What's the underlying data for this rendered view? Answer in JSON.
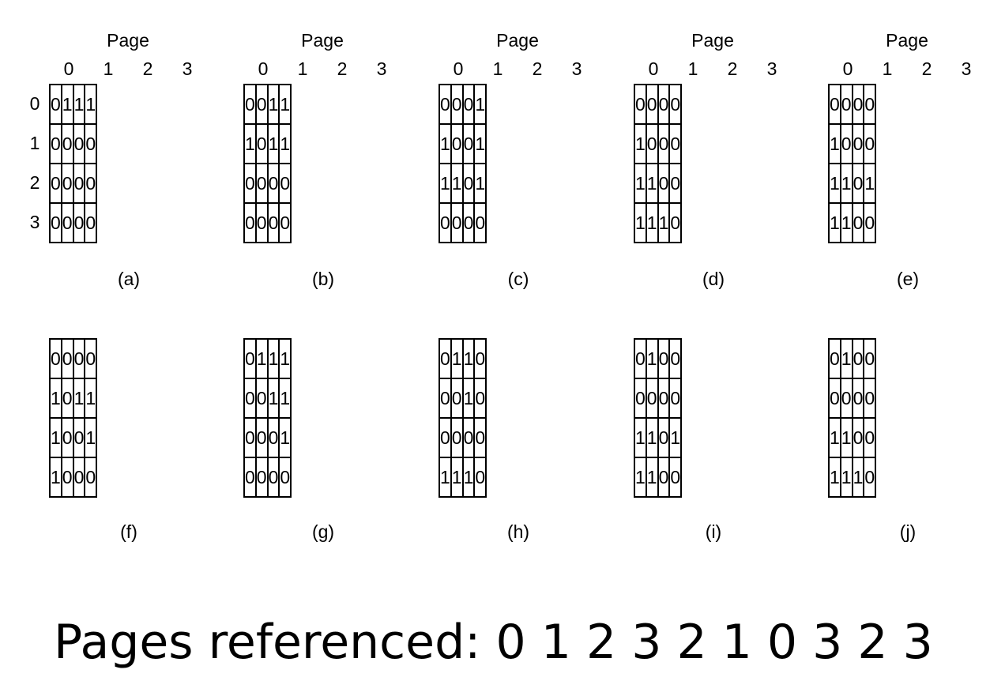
{
  "header_label": "Page",
  "column_labels": [
    "0",
    "1",
    "2",
    "3"
  ],
  "row_labels": [
    "0",
    "1",
    "2",
    "3"
  ],
  "panels": [
    {
      "label": "(a)",
      "matrix": [
        [
          "0",
          "1",
          "1",
          "1"
        ],
        [
          "0",
          "0",
          "0",
          "0"
        ],
        [
          "0",
          "0",
          "0",
          "0"
        ],
        [
          "0",
          "0",
          "0",
          "0"
        ]
      ]
    },
    {
      "label": "(b)",
      "matrix": [
        [
          "0",
          "0",
          "1",
          "1"
        ],
        [
          "1",
          "0",
          "1",
          "1"
        ],
        [
          "0",
          "0",
          "0",
          "0"
        ],
        [
          "0",
          "0",
          "0",
          "0"
        ]
      ]
    },
    {
      "label": "(c)",
      "matrix": [
        [
          "0",
          "0",
          "0",
          "1"
        ],
        [
          "1",
          "0",
          "0",
          "1"
        ],
        [
          "1",
          "1",
          "0",
          "1"
        ],
        [
          "0",
          "0",
          "0",
          "0"
        ]
      ]
    },
    {
      "label": "(d)",
      "matrix": [
        [
          "0",
          "0",
          "0",
          "0"
        ],
        [
          "1",
          "0",
          "0",
          "0"
        ],
        [
          "1",
          "1",
          "0",
          "0"
        ],
        [
          "1",
          "1",
          "1",
          "0"
        ]
      ]
    },
    {
      "label": "(e)",
      "matrix": [
        [
          "0",
          "0",
          "0",
          "0"
        ],
        [
          "1",
          "0",
          "0",
          "0"
        ],
        [
          "1",
          "1",
          "0",
          "1"
        ],
        [
          "1",
          "1",
          "0",
          "0"
        ]
      ]
    },
    {
      "label": "(f)",
      "matrix": [
        [
          "0",
          "0",
          "0",
          "0"
        ],
        [
          "1",
          "0",
          "1",
          "1"
        ],
        [
          "1",
          "0",
          "0",
          "1"
        ],
        [
          "1",
          "0",
          "0",
          "0"
        ]
      ]
    },
    {
      "label": "(g)",
      "matrix": [
        [
          "0",
          "1",
          "1",
          "1"
        ],
        [
          "0",
          "0",
          "1",
          "1"
        ],
        [
          "0",
          "0",
          "0",
          "1"
        ],
        [
          "0",
          "0",
          "0",
          "0"
        ]
      ]
    },
    {
      "label": "(h)",
      "matrix": [
        [
          "0",
          "1",
          "1",
          "0"
        ],
        [
          "0",
          "0",
          "1",
          "0"
        ],
        [
          "0",
          "0",
          "0",
          "0"
        ],
        [
          "1",
          "1",
          "1",
          "0"
        ]
      ]
    },
    {
      "label": "(i)",
      "matrix": [
        [
          "0",
          "1",
          "0",
          "0"
        ],
        [
          "0",
          "0",
          "0",
          "0"
        ],
        [
          "1",
          "1",
          "0",
          "1"
        ],
        [
          "1",
          "1",
          "0",
          "0"
        ]
      ]
    },
    {
      "label": "(j)",
      "matrix": [
        [
          "0",
          "1",
          "0",
          "0"
        ],
        [
          "0",
          "0",
          "0",
          "0"
        ],
        [
          "1",
          "1",
          "0",
          "0"
        ],
        [
          "1",
          "1",
          "1",
          "0"
        ]
      ]
    }
  ],
  "footer_text": "Pages referenced: 0 1 2 3 2 1 0 3 2 3"
}
